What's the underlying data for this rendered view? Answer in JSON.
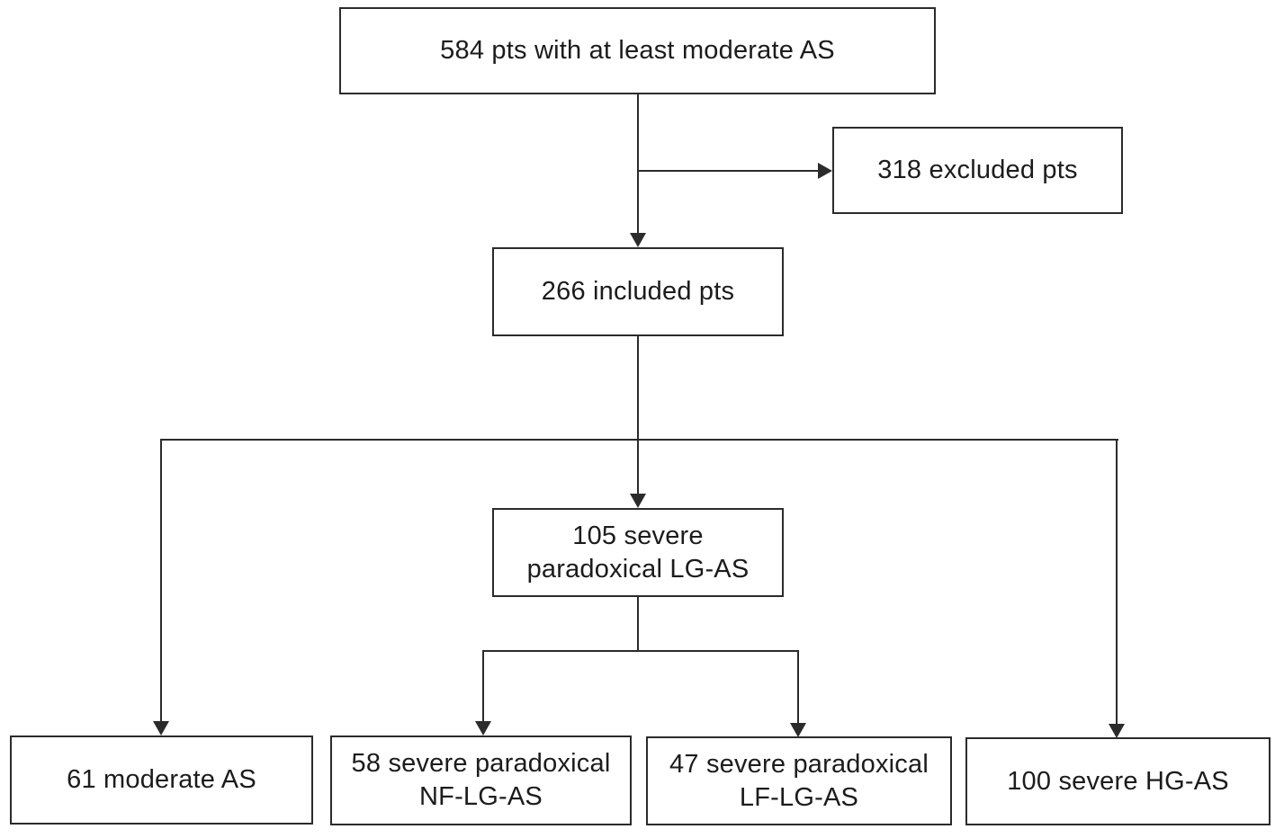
{
  "figure": {
    "type": "flowchart",
    "background_color": "#ffffff",
    "line_color": "#2b2b2b",
    "text_color": "#1c1c1c",
    "nodes": {
      "total": {
        "label": "584 pts with at least moderate AS"
      },
      "excluded": {
        "label": "318 excluded pts"
      },
      "included": {
        "label": "266 included pts"
      },
      "paradoxical": {
        "label": "105 severe paradoxical LG-AS",
        "line1": "105 severe",
        "line2": "paradoxical LG-AS"
      },
      "moderate": {
        "label": "61 moderate AS"
      },
      "nf_lg": {
        "label": "58 severe paradoxical NF-LG-AS",
        "line1": "58 severe paradoxical",
        "line2": "NF-LG-AS"
      },
      "lf_lg": {
        "label": "47 severe paradoxical LF-LG-AS",
        "line1": "47 severe paradoxical",
        "line2": "LF-LG-AS"
      },
      "hg": {
        "label": "100 severe HG-AS"
      }
    },
    "edges": [
      {
        "from": "total",
        "to": "excluded"
      },
      {
        "from": "total",
        "to": "included"
      },
      {
        "from": "included",
        "to": "moderate"
      },
      {
        "from": "included",
        "to": "paradoxical"
      },
      {
        "from": "included",
        "to": "hg"
      },
      {
        "from": "paradoxical",
        "to": "nf_lg"
      },
      {
        "from": "paradoxical",
        "to": "lf_lg"
      }
    ]
  }
}
